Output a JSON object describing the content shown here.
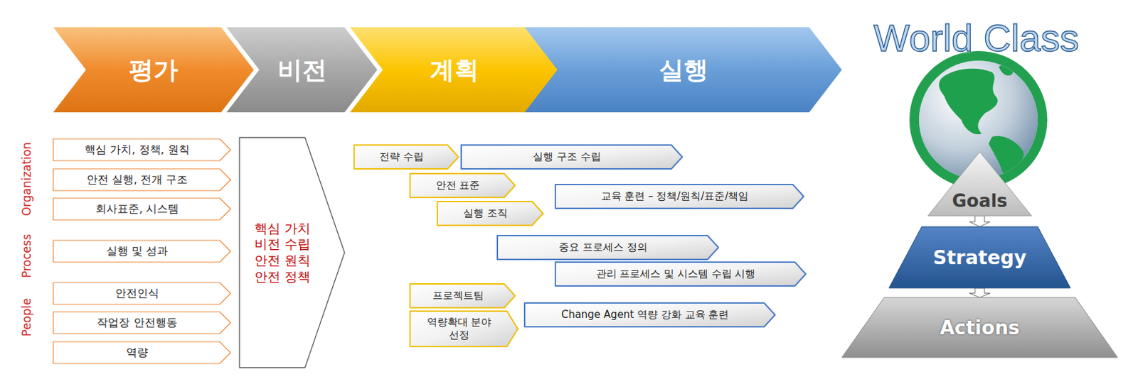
{
  "diagram": {
    "nodes": [
      {
        "text": [
          "평가"
        ]
      },
      {
        "text": [
          "비전"
        ]
      },
      {
        "text": [
          "계획"
        ]
      },
      {
        "text": [
          "실행"
        ]
      },
      {
        "text": [
          "핵심 가치, 정책, 원칙"
        ]
      },
      {
        "text": [
          "안전 실행, 전개 구조"
        ]
      },
      {
        "text": [
          "회사표준, 시스템"
        ]
      },
      {
        "text": [
          "실행 및 성과"
        ]
      },
      {
        "text": [
          "안전인식"
        ]
      },
      {
        "text": [
          "작업장 안전행동"
        ]
      },
      {
        "text": [
          "역량"
        ]
      },
      {
        "text": [
          "핵심 가치 비전 수립 안전 원칙 안전 정책"
        ]
      },
      {
        "text": [
          "전략 수립"
        ]
      },
      {
        "text": [
          "실행 구조 수립"
        ]
      },
      {
        "text": [
          "안전 표준"
        ]
      },
      {
        "text": [
          "교육 훈련 – 정책/원칙/표준/책임"
        ]
      },
      {
        "text": [
          "실행 조직"
        ]
      },
      {
        "text": [
          "중요 프로세스 정의"
        ]
      },
      {
        "text": [
          "관리 프로세스 및 시스템 수립 시행"
        ]
      },
      {
        "text": [
          "프로젝트팀"
        ]
      },
      {
        "text": [
          "역량확대 분야 선정"
        ]
      },
      {
        "text": [
          "Change Agent 역량 강화 교육 훈련"
        ]
      },
      {
        "text": [
          "Goals"
        ]
      },
      {
        "text": [
          "Strategy"
        ]
      },
      {
        "text": [
          "Actions"
        ]
      }
    ],
    "edges": [
      {
        "from": 22,
        "to": 23,
        "arrow": "to"
      },
      {
        "from": 23,
        "to": 24,
        "arrow": "to"
      }
    ],
    "labels": [
      "Organization",
      "Process",
      "People",
      "World Class"
    ]
  }
}
